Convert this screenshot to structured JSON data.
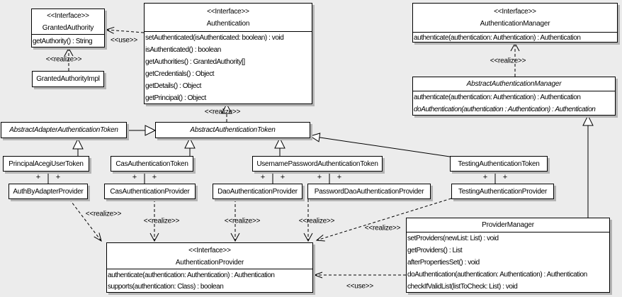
{
  "diagram": {
    "type": "uml-class-diagram",
    "background_color": "#ececec",
    "box_fill": "#ffffff",
    "border_color": "#000000",
    "shadow_color": "#b4b4b4"
  },
  "classes": {
    "ga": {
      "stereotype": "<<Interface>>",
      "name": "GrantedAuthority",
      "methods": [
        "getAuthority() : String"
      ]
    },
    "auth": {
      "stereotype": "<<Interface>>",
      "name": "Authentication",
      "methods": [
        "setAuthenticated(isAuthenticated: boolean) : void",
        "isAuthenticated() : boolean",
        "getAuthorities() : GrantedAuthority[]",
        "getCredentials() : Object",
        "getDetails() : Object",
        "getPrincipal() : Object"
      ]
    },
    "authMgr": {
      "stereotype": "<<Interface>>",
      "name": "AuthenticationManager",
      "methods": [
        "authenticate(authentication: Authentication) : Authentication"
      ]
    },
    "gaImpl": {
      "name": "GrantedAuthorityImpl"
    },
    "absAuthMgr": {
      "name": "AbstractAuthenticationManager",
      "methods": [
        "authenticate(authentication: Authentication) : Authentication",
        "doAuthentication(authentication : Authentication) : Authentication"
      ]
    },
    "absAdapterToken": {
      "name": "AbstractAdapterAuthenticationToken"
    },
    "absToken": {
      "name": "AbstractAuthenticationToken"
    },
    "principalToken": {
      "name": "PrincipalAcegiUserToken"
    },
    "casToken": {
      "name": "CasAuthenticationToken"
    },
    "userPwdToken": {
      "name": "UsernamePasswordAuthenticationToken"
    },
    "testingToken": {
      "name": "TestingAuthenticationToken"
    },
    "authByAdapterProv": {
      "name": "AuthByAdapterProvider"
    },
    "casProv": {
      "name": "CasAuthenticationProvider"
    },
    "daoProv": {
      "name": "DaoAuthenticationProvider"
    },
    "pwdDaoProv": {
      "name": "PasswordDaoAuthenticationProvider"
    },
    "testingProv": {
      "name": "TestingAuthenticationProvider"
    },
    "authProv": {
      "stereotype": "<<Interface>>",
      "name": "AuthenticationProvider",
      "methods": [
        "authenticate(authentication: Authentication) : Authentication",
        "supports(authentication: Class) : boolean"
      ]
    },
    "provMgr": {
      "name": "ProviderManager",
      "methods": [
        "setProviders(newList: List) : void",
        "getProviders() : List",
        "afterPropertiesSet() : void",
        "doAuthentication(authentication: Authentication) : Authentication",
        "checkIfValidList(listToCheck: List) : void"
      ]
    }
  },
  "edge_labels": {
    "use": "<<use>>",
    "realize": "<<realize>>",
    "plus": "+"
  }
}
